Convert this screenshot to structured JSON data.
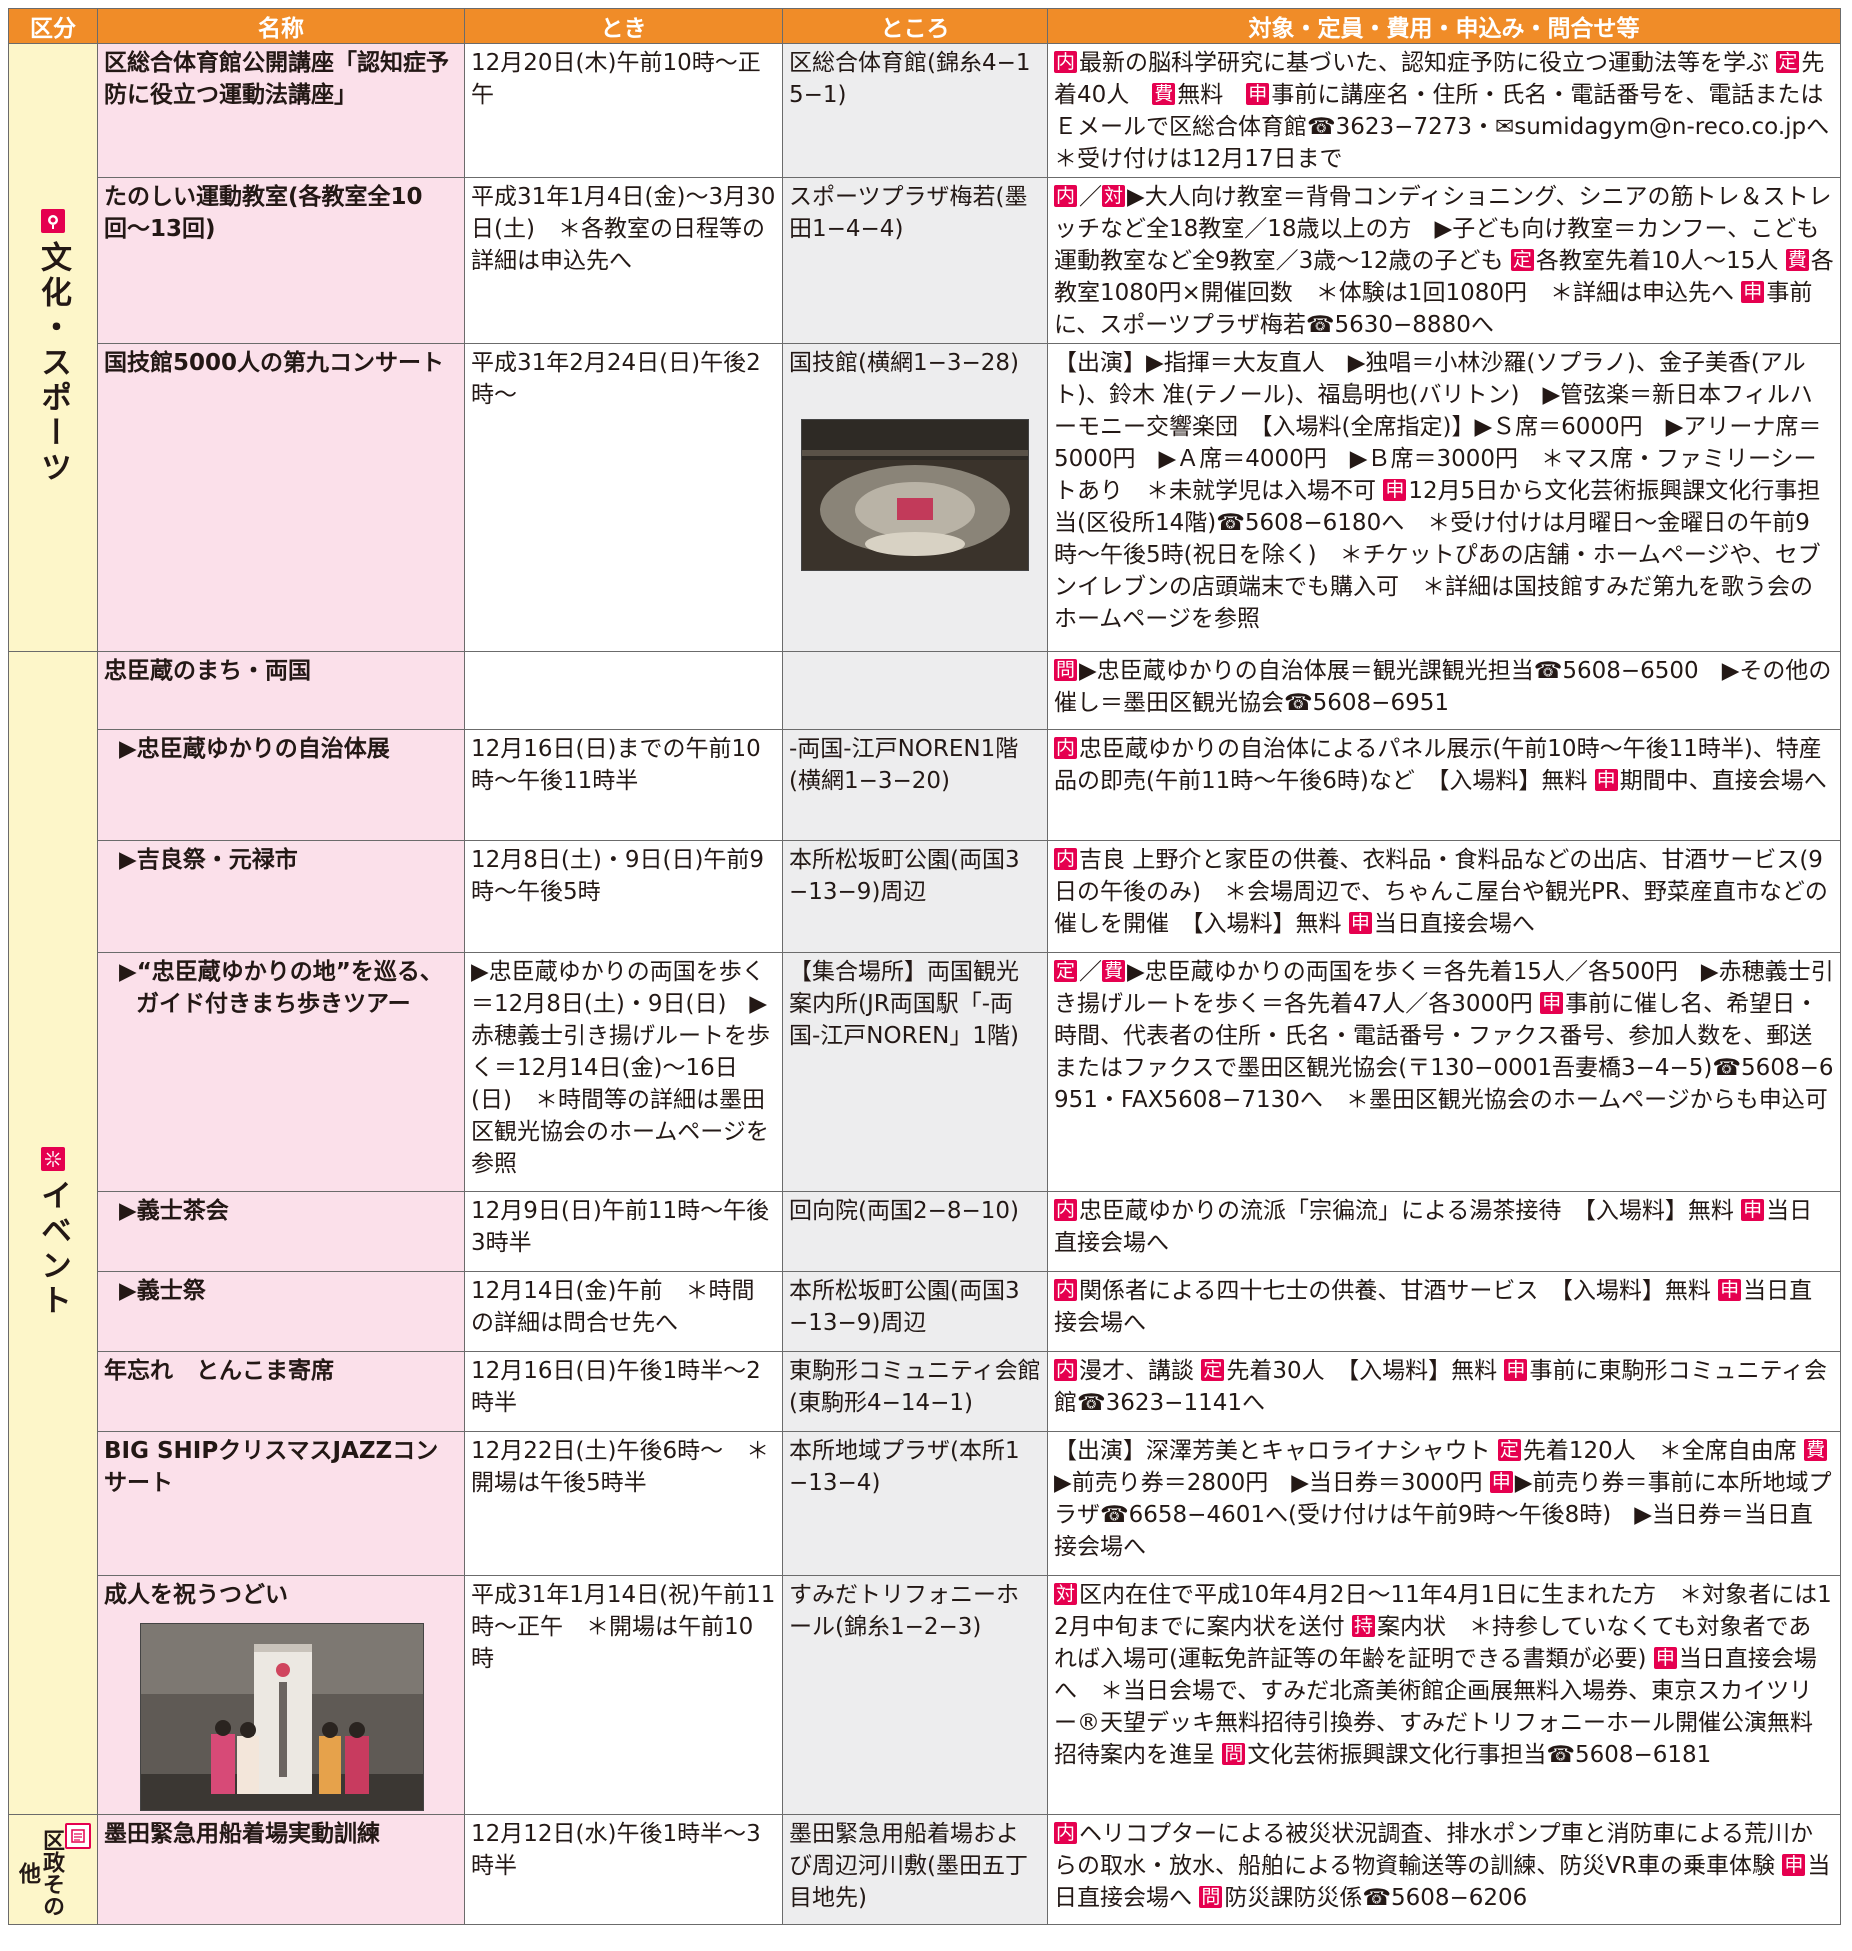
{
  "header": {
    "col1": "区分",
    "col2": "名称",
    "col3": "とき",
    "col4": "ところ",
    "col5": "対象・定員・費用・申込み・問合せ等"
  },
  "categories": {
    "culture": {
      "label": "文化・スポーツ",
      "icon": "rose-icon"
    },
    "event": {
      "label": "イベント",
      "icon": "firework-icon"
    },
    "admin": {
      "label": "区政その他",
      "icon": "notice-icon"
    }
  },
  "rows": [
    {
      "name": "区総合体育館公開講座「認知症予防に役立つ運動法講座」",
      "toki": "12月20日(木)午前10時〜正午",
      "tokoro": "区総合体育館(錦糸4−15−1)",
      "details": [
        {
          "tag": "内",
          "text": "最新の脳科学研究に基づいた、認知症予防に役立つ運動法等を学ぶ "
        },
        {
          "tag": "定",
          "text": "先着40人　"
        },
        {
          "tag": "費",
          "text": "無料　"
        },
        {
          "tag": "申",
          "text": "事前に講座名・住所・氏名・電話番号を、電話またはＥメールで区総合体育館☎3623−7273・✉sumidagym@n-reco.co.jpへ　＊受け付けは12月17日まで"
        }
      ]
    },
    {
      "name": "たのしい運動教室(各教室全10回〜13回)",
      "toki": "平成31年1月4日(金)〜3月30日(土)　＊各教室の日程等の詳細は申込先へ",
      "tokoro": "スポーツプラザ梅若(墨田1−4−4)",
      "details": [
        {
          "tag": "内",
          "text": ""
        },
        {
          "tag": "",
          "text": "／"
        },
        {
          "tag": "対",
          "text": "▶大人向け教室＝背骨コンディショニング、シニアの筋トレ＆ストレッチなど全18教室／18歳以上の方　▶子ども向け教室＝カンフー、こども運動教室など全9教室／3歳〜12歳の子ども "
        },
        {
          "tag": "定",
          "text": "各教室先着10人〜15人 "
        },
        {
          "tag": "費",
          "text": "各教室1080円×開催回数　＊体験は1回1080円　＊詳細は申込先へ "
        },
        {
          "tag": "申",
          "text": "事前に、スポーツプラザ梅若☎5630−8880へ"
        }
      ]
    },
    {
      "name": "国技館5000人の第九コンサート",
      "toki": "平成31年2月24日(日)午後2時〜",
      "tokoro": "国技館(横網1−3−28)",
      "details": [
        {
          "tag": "",
          "text": "【出演】▶指揮＝大友直人　▶独唱＝小林沙羅(ソプラノ)、金子美香(アルト)、鈴木 准(テノール)、福島明也(バリトン)　▶管弦楽＝新日本フィルハーモニー交響楽団　【入場料(全席指定)】▶Ｓ席＝6000円　▶アリーナ席＝5000円　▶Ａ席＝4000円　▶Ｂ席＝3000円　＊マス席・ファミリーシートあり　＊未就学児は入場不可 "
        },
        {
          "tag": "申",
          "text": "12月5日から文化芸術振興課文化行事担当(区役所14階)☎5608−6180へ　＊受け付けは月曜日〜金曜日の午前9時〜午後5時(祝日を除く)　＊チケットぴあの店舗・ホームページや、セブンイレブンの店頭端末でも購入可　＊詳細は国技館すみだ第九を歌う会のホームページを参照"
        }
      ]
    },
    {
      "name": "忠臣蔵のまち・両国",
      "toki": "",
      "tokoro": "",
      "details": [
        {
          "tag": "問",
          "text": "▶忠臣蔵ゆかりの自治体展＝観光課観光担当☎5608−6500　▶その他の催し＝墨田区観光協会☎5608−6951"
        }
      ]
    },
    {
      "name": "▶忠臣蔵ゆかりの自治体展",
      "toki": "12月16日(日)までの午前10時〜午後11時半",
      "tokoro": "-両国-江戸NOREN1階(横網1−3−20)",
      "details": [
        {
          "tag": "内",
          "text": "忠臣蔵ゆかりの自治体によるパネル展示(午前10時〜午後11時半)、特産品の即売(午前11時〜午後6時)など　【入場料】無料 "
        },
        {
          "tag": "申",
          "text": "期間中、直接会場へ"
        }
      ]
    },
    {
      "name": "▶吉良祭・元禄市",
      "toki": "12月8日(土)・9日(日)午前9時〜午後5時",
      "tokoro": "本所松坂町公園(両国3−13−9)周辺",
      "details": [
        {
          "tag": "内",
          "text": "吉良 上野介と家臣の供養、衣料品・食料品などの出店、甘酒サービス(9日の午後のみ)　＊会場周辺で、ちゃんこ屋台や観光PR、野菜産直市などの催しを開催　【入場料】無料 "
        },
        {
          "tag": "申",
          "text": "当日直接会場へ"
        }
      ]
    },
    {
      "name": "▶“忠臣蔵ゆかりの地”を巡る、ガイド付きまち歩きツアー",
      "toki": "▶忠臣蔵ゆかりの両国を歩く＝12月8日(土)・9日(日)　▶赤穂義士引き揚げルートを歩く＝12月14日(金)〜16日(日)　＊時間等の詳細は墨田区観光協会のホームページを参照",
      "tokoro": "【集合場所】両国観光案内所(JR両国駅「-両国-江戸NOREN」1階)",
      "details": [
        {
          "tag": "定",
          "text": ""
        },
        {
          "tag": "",
          "text": "／"
        },
        {
          "tag": "費",
          "text": "▶忠臣蔵ゆかりの両国を歩く＝各先着15人／各500円　▶赤穂義士引き揚げルートを歩く＝各先着47人／各3000円 "
        },
        {
          "tag": "申",
          "text": "事前に催し名、希望日・時間、代表者の住所・氏名・電話番号・ファクス番号、参加人数を、郵送またはファクスで墨田区観光協会(〒130−0001吾妻橋3−4−5)☎5608−6951・FAX5608−7130へ　＊墨田区観光協会のホームページからも申込可"
        }
      ]
    },
    {
      "name": "▶義士茶会",
      "toki": "12月9日(日)午前11時〜午後3時半",
      "tokoro": "回向院(両国2−8−10)",
      "details": [
        {
          "tag": "内",
          "text": "忠臣蔵ゆかりの流派「宗徧流」による湯茶接待　【入場料】無料 "
        },
        {
          "tag": "申",
          "text": "当日直接会場へ"
        }
      ]
    },
    {
      "name": "▶義士祭",
      "toki": "12月14日(金)午前　＊時間の詳細は問合せ先へ",
      "tokoro": "本所松坂町公園(両国3−13−9)周辺",
      "details": [
        {
          "tag": "内",
          "text": "関係者による四十七士の供養、甘酒サービス　【入場料】無料 "
        },
        {
          "tag": "申",
          "text": "当日直接会場へ"
        }
      ]
    },
    {
      "name": "年忘れ　とんこま寄席",
      "toki": "12月16日(日)午後1時半〜2時半",
      "tokoro": "東駒形コミュニティ会館(東駒形4−14−1)",
      "details": [
        {
          "tag": "内",
          "text": "漫才、講談 "
        },
        {
          "tag": "定",
          "text": "先着30人　【入場料】無料 "
        },
        {
          "tag": "申",
          "text": "事前に東駒形コミュニティ会館☎3623−1141へ"
        }
      ]
    },
    {
      "name": "BIG SHIPクリスマスJAZZコンサート",
      "toki": "12月22日(土)午後6時〜　＊開場は午後5時半",
      "tokoro": "本所地域プラザ(本所1−13−4)",
      "details": [
        {
          "tag": "",
          "text": "【出演】深澤芳美とキャロライナシャウト "
        },
        {
          "tag": "定",
          "text": "先着120人　＊全席自由席 "
        },
        {
          "tag": "費",
          "text": "▶前売り券＝2800円　▶当日券＝3000円 "
        },
        {
          "tag": "申",
          "text": "▶前売り券＝事前に本所地域プラザ☎6658−4601へ(受け付けは午前9時〜午後8時)　▶当日券＝当日直接会場へ"
        }
      ]
    },
    {
      "name": "成人を祝うつどい",
      "toki": "平成31年1月14日(祝)午前11時〜正午　＊開場は午前10時",
      "tokoro": "すみだトリフォニーホール(錦糸1−2−3)",
      "details": [
        {
          "tag": "対",
          "text": "区内在住で平成10年4月2日〜11年4月1日に生まれた方　＊対象者には12月中旬までに案内状を送付 "
        },
        {
          "tag": "持",
          "text": "案内状　＊持参していなくても対象者であれば入場可(運転免許証等の年齢を証明できる書類が必要) "
        },
        {
          "tag": "申",
          "text": "当日直接会場へ　＊当日会場で、すみだ北斎美術館企画展無料入場券、東京スカイツリー®天望デッキ無料招待引換券、すみだトリフォニーホール開催公演無料招待案内を進呈 "
        },
        {
          "tag": "問",
          "text": "文化芸術振興課文化行事担当☎5608−6181"
        }
      ]
    },
    {
      "name": "墨田緊急用船着場実動訓練",
      "toki": "12月12日(水)午後1時半〜3時半",
      "tokoro": "墨田緊急用船着場および周辺河川敷(墨田五丁目地先)",
      "details": [
        {
          "tag": "内",
          "text": "ヘリコプターによる被災状況調査、排水ポンプ車と消防車による荒川からの取水・放水、船舶による物資輸送等の訓練、防災VR車の乗車体験 "
        },
        {
          "tag": "申",
          "text": "当日直接会場へ "
        },
        {
          "tag": "問",
          "text": "防災課防災係☎5608−6206"
        }
      ]
    }
  ],
  "colors": {
    "header": "#f08c28",
    "tag": "#e5004f",
    "category_bg": "#fdf6c9",
    "name_bg": "#fbe0ea",
    "place_bg": "#ededee"
  }
}
